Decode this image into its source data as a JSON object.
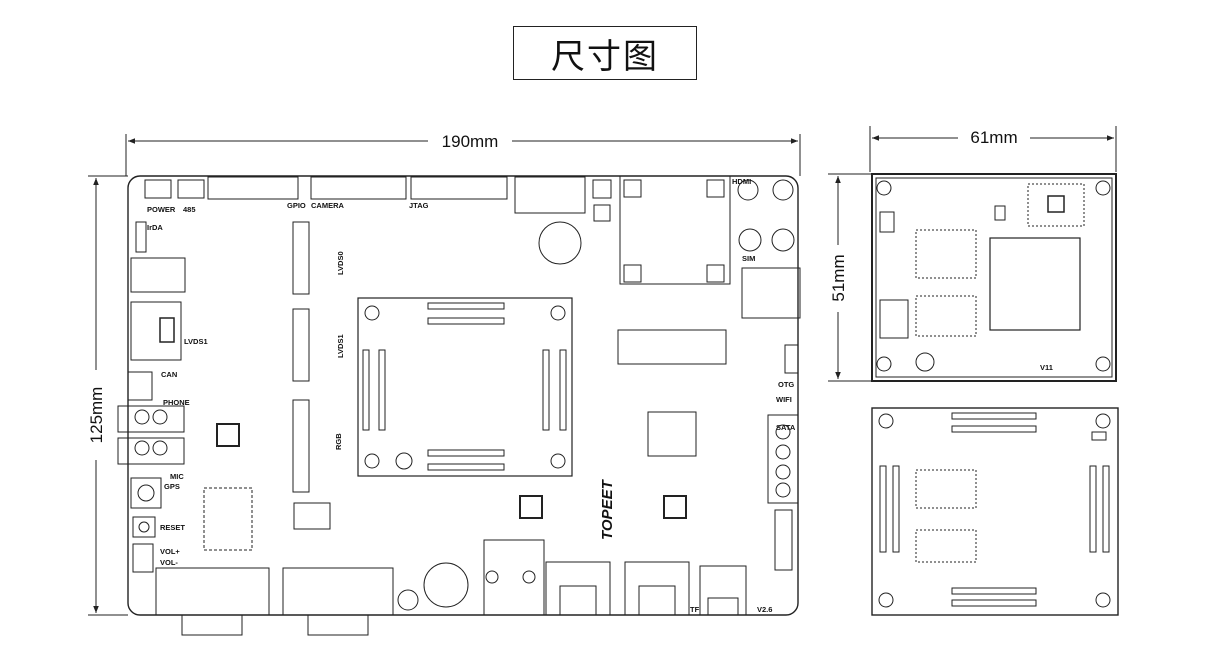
{
  "title": "尺寸图",
  "dimensions": {
    "board_width": "190mm",
    "board_height": "125mm",
    "core_width": "61mm",
    "core_height": "51mm"
  },
  "board_labels": {
    "power": "POWER",
    "rs485": "485",
    "irda": "IrDA",
    "gpio": "GPIO",
    "camera": "CAMERA",
    "jtag": "JTAG",
    "hdmi": "HDMI",
    "sim": "SIM",
    "lvds0": "LVDS0",
    "lvds1_side": "LVDS1",
    "lvds1_vertical": "LVDS1",
    "can": "CAN",
    "phone": "PHONE",
    "mic": "MIC",
    "gps": "GPS",
    "reset": "RESET",
    "vol_up": "VOL+",
    "vol_down": "VOL-",
    "rgb": "RGB",
    "otg": "OTG",
    "wifi": "WIFI",
    "sata": "SATA",
    "tf": "TF",
    "version": "V2.6",
    "brand": "TOPEET",
    "core_version": "V11"
  },
  "colors": {
    "line": "#222222",
    "background": "#ffffff"
  }
}
